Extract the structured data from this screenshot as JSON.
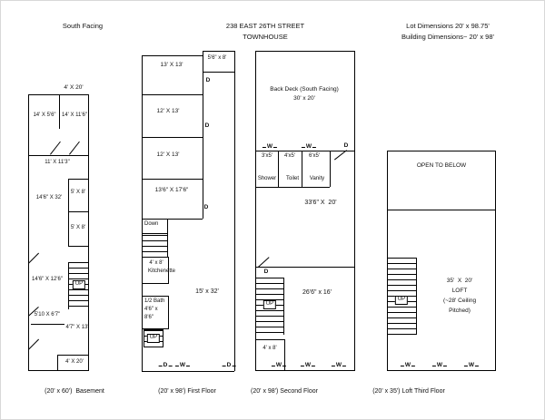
{
  "header": {
    "south_facing": "South Facing",
    "title_line1": "238 EAST 26TH STREET",
    "title_line2": "TOWNHOUSE",
    "lot_dimensions": "Lot Dimensions 20' x 98.75'",
    "building_dimensions": "Building Dimensions~ 20' x 98'"
  },
  "marks": {
    "door": "D",
    "window": "W",
    "up": "UP",
    "down": "Down"
  },
  "colors": {
    "line": "#000000",
    "background": "#ffffff"
  },
  "basement": {
    "caption": "(20' x 60')  Basement",
    "top_entry": "4' X 20'",
    "room_front_left": "14' X 5'6\"",
    "room_front_right": "14' X 11'6\"",
    "room_mid_upper": "11' X 11'3\"",
    "room_main": "14'6\" X 32'",
    "storage_upper": "5' X 8'",
    "storage_lower": "5' X 8'",
    "room_mid_lower": "14'6\" X 12'6\"",
    "room_back_left": "5'10 X 6'7\"",
    "room_back_right": "4'7\" X 13'",
    "bottom_entry": "4' X 20'"
  },
  "first_floor": {
    "caption": "(20' x 98') First Floor",
    "entry": "5'6\" x 8'",
    "bedroom1": "13' X 13'",
    "bedroom2": "12' X 13'",
    "bedroom3": "12' X 13'",
    "bedroom4": "13'6\" X 17'6\"",
    "kitchenette_dim": "4' x 8'",
    "kitchenette": "Kitchenette",
    "living": "15' x 32'",
    "half_bath": "1/2 Bath",
    "bath_dim_1": "4'6\" x",
    "bath_dim_2": "8'6\""
  },
  "second_floor": {
    "caption": "(20' x 98') Second Floor",
    "deck_line1": "Back Deck (South Facing)",
    "deck_line2": "30' x 20'",
    "stall1_dim": "3'x5'",
    "stall2_dim": "4'x5'",
    "stall3_dim": "6'x5'",
    "stall1": "Shower",
    "stall2": "Toilet",
    "stall3": "Vanity",
    "front_room": "33'6\" X  20'",
    "back_room": "26'6\" x 16'",
    "landing": "4' x 8'"
  },
  "loft": {
    "caption": "(20' x 35') Loft Third Floor",
    "open_to_below": "OPEN TO BELOW",
    "dim": "35'  X  20'",
    "name": "LOFT",
    "ceiling_1": "(~28' Ceiling",
    "ceiling_2": "Pitched)"
  }
}
